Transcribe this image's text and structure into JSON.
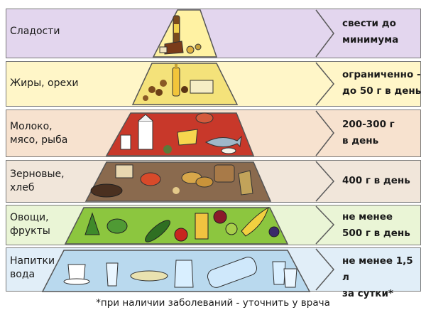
{
  "levels": [
    {
      "label": "Сладости",
      "value": "свести до\nминимума",
      "band_color": "#e3d6ee",
      "pyramid_color": "#fff2a3"
    },
    {
      "label": "Жиры, орехи",
      "value": "ограниченно -\nдо 50 г в день",
      "band_color": "#fff6c8",
      "pyramid_color": "#f4e27a"
    },
    {
      "label": "Молоко,\nмясо, рыба",
      "value": "200-300 г\nв день",
      "band_color": "#f7e2cf",
      "pyramid_color": "#c8382a"
    },
    {
      "label": "Зерновые,\nхлеб",
      "value": "400 г в день",
      "band_color": "#f1e6da",
      "pyramid_color": "#8a6a4e"
    },
    {
      "label": "Овощи,\nфрукты",
      "value": "не менее\n500 г в день",
      "band_color": "#eaf5d6",
      "pyramid_color": "#8cc63f"
    },
    {
      "label": "Напитки\nвода",
      "value": "не менее 1,5 л\nза сутки*",
      "band_color": "#e1eef8",
      "pyramid_color": "#b9d9ee"
    }
  ],
  "footnote": "*при наличии заболеваний - уточнить у врача"
}
